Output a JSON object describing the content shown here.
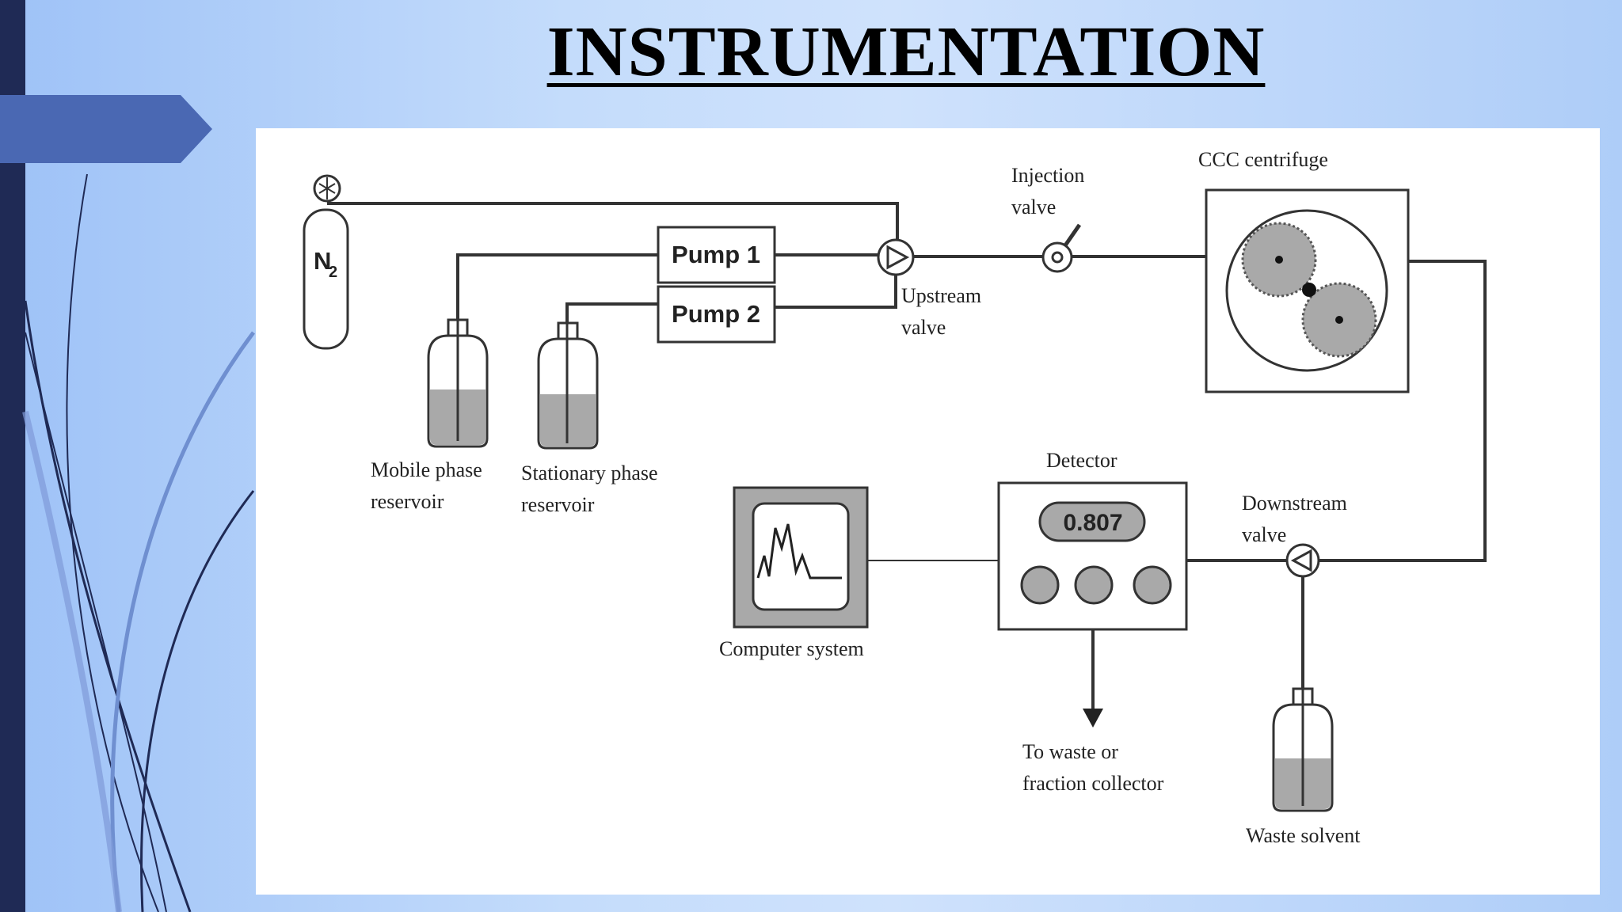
{
  "slide": {
    "title": "INSTRUMENTATION"
  },
  "diagram": {
    "gas": "N2",
    "gas_main": "N",
    "gas_sub": "2",
    "pump1": "Pump 1",
    "pump2": "Pump 2",
    "upstream_valve": [
      "Upstream",
      "valve"
    ],
    "injection_valve": [
      "Injection",
      "valve"
    ],
    "centrifuge": "CCC centrifuge",
    "mobile_reservoir": [
      "Mobile phase",
      "reservoir"
    ],
    "stationary_reservoir": [
      "Stationary phase",
      "reservoir"
    ],
    "detector": "Detector",
    "detector_readout": "0.807",
    "computer": "Computer system",
    "downstream_valve": [
      "Downstream",
      "valve"
    ],
    "collector": [
      "To waste or",
      "fraction collector"
    ],
    "waste": "Waste solvent"
  },
  "colors": {
    "sidebar": "#1f2a55",
    "accent_tab": "#4a68b3",
    "panel": "#ffffff",
    "fluid": "#a9a9a9",
    "line": "#333333"
  }
}
